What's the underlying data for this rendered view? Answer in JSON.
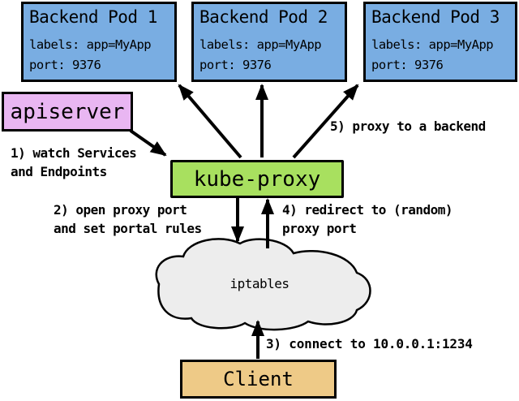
{
  "colors": {
    "pod_fill": "#79ade2",
    "apiserver_fill": "#e9b6f2",
    "kube_proxy_fill": "#a8e05f",
    "cloud_fill": "#ededed",
    "client_fill": "#eeca87",
    "line": "#000000",
    "background": "#ffffff"
  },
  "pods": [
    {
      "title": "Backend Pod 1",
      "labels": "labels: app=MyApp",
      "port": "port: 9376"
    },
    {
      "title": "Backend Pod 2",
      "labels": "labels: app=MyApp",
      "port": "port: 9376"
    },
    {
      "title": "Backend Pod 3",
      "labels": "labels: app=MyApp",
      "port": "port: 9376"
    }
  ],
  "nodes": {
    "apiserver": "apiserver",
    "kube_proxy": "kube-proxy",
    "iptables": "iptables",
    "client": "Client"
  },
  "annotations": {
    "step1": "1) watch Services\nand Endpoints",
    "step2": "2) open proxy port\nand set portal rules",
    "step3": "3) connect to 10.0.0.1:1234",
    "step4": "4) redirect to (random)\nproxy port",
    "step5": "5) proxy to a backend"
  }
}
